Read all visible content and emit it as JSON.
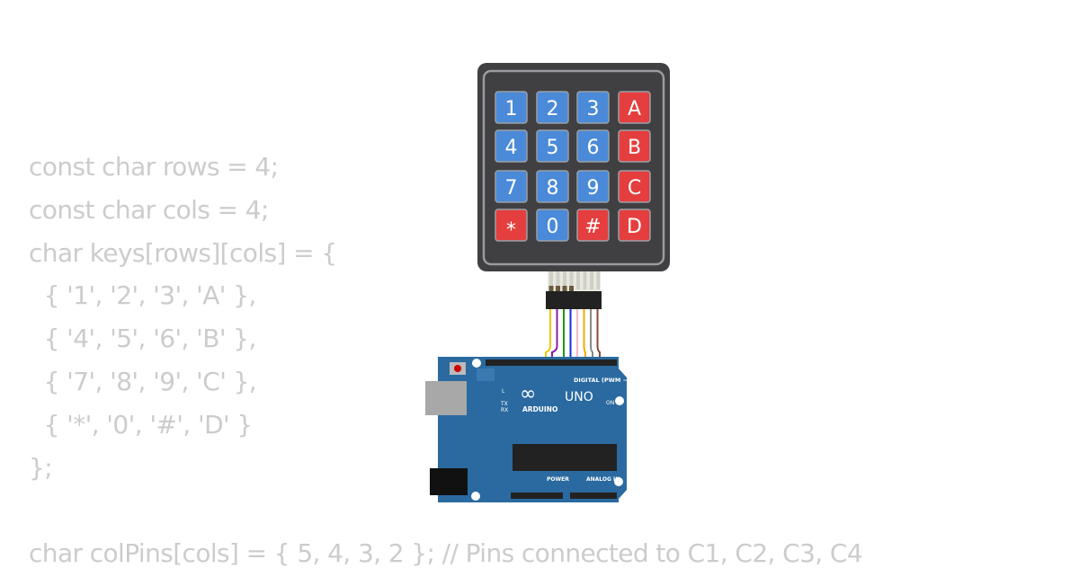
{
  "code_lines": [
    "const char rows = 4;",
    "const char cols = 4;",
    "char keys[rows][cols] = {",
    "  { '1', '2', '3', 'A' },",
    "  { '4', '5', '6', 'B' },",
    "  { '7', '8', '9', 'C' },",
    "  { '*', '0', '#', 'D' }",
    "};",
    "",
    "char colPins[cols] = { 5, 4, 3, 2 }; // Pins connected to C1, C2, C3, C4"
  ],
  "keypad": {
    "keys": [
      [
        "1",
        "2",
        "3",
        "A"
      ],
      [
        "4",
        "5",
        "6",
        "B"
      ],
      [
        "7",
        "8",
        "9",
        "C"
      ],
      [
        "*",
        "0",
        "#",
        "D"
      ]
    ],
    "colors": {
      "blue": "#4a8ad8",
      "red": "#e53e3e",
      "body": "#404043",
      "border": "#9a9aa0"
    }
  },
  "wires": [
    "#f5c400",
    "#8a1fa8",
    "#1a9a1a",
    "#1a2ae0",
    "#f5b8c8",
    "#f5a800",
    "#888888",
    "#8b4a3a"
  ],
  "arduino": {
    "brand": "ARDUINO",
    "model": "UNO",
    "digital_label": "DIGITAL (PWM ~)",
    "power_label": "POWER",
    "analog_label": "ANALOG IN",
    "on_label": "ON",
    "tx_label": "TX",
    "rx_label": "RX",
    "l_label": "L",
    "board_color": "#2a6aa0"
  }
}
